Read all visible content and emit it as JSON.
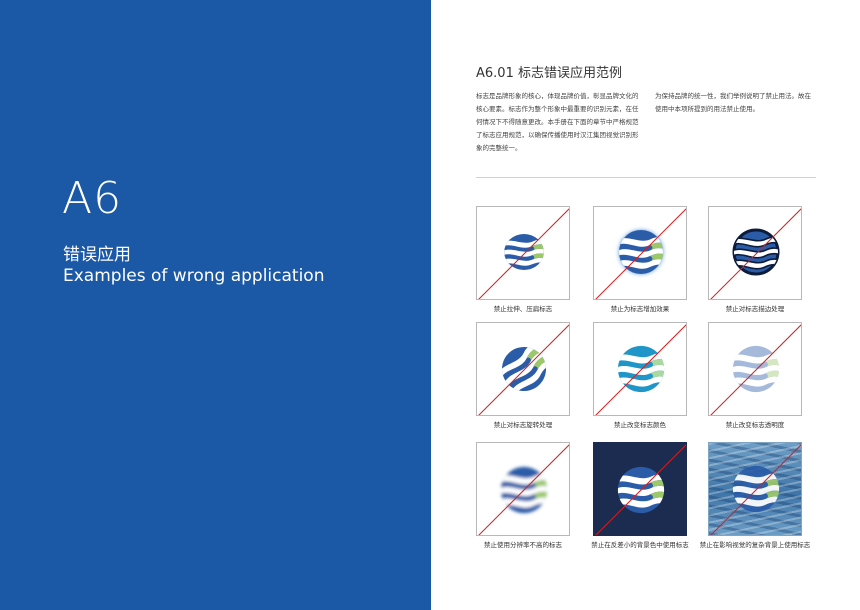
{
  "cover": {
    "code": "A6",
    "title_cn": "错误应用",
    "title_en": "Examples of wrong application"
  },
  "section": {
    "title": "A6.01 标志错误应用范例",
    "para1": "标志是品牌形象的核心，体现品牌价值，彰显品牌文化的核心要素。标志作为整个形象中最重要的识别元素，在任何情况下不得随意更改。本手册在下面的章节中严格规范了标志应用规范，以确保传播使用时汉江集团视觉识别形象的完整统一。",
    "para2": "为保持品牌的统一性，我们举例说明了禁止用法。故在使用中本项所提到的用法禁止使用。"
  },
  "examples": [
    {
      "caption": "禁止拉伸、压扁标志"
    },
    {
      "caption": "禁止为标志增加效果"
    },
    {
      "caption": "禁止对标志描边处理"
    },
    {
      "caption": "禁止对标志旋转处理"
    },
    {
      "caption": "禁止改变标志颜色"
    },
    {
      "caption": "禁止改变标志透明度"
    },
    {
      "caption": "禁止使用分辨率不高的标志"
    },
    {
      "caption": "禁止在反差小的背景色中使用标志"
    },
    {
      "caption": "禁止在影响视觉的复杂背景上使用标志"
    }
  ],
  "colors": {
    "brand_blue": "#1b58a6",
    "logo_blue": "#2a5ca8",
    "logo_green": "#9cc86a",
    "prohibit_line": "#d81e1e"
  }
}
